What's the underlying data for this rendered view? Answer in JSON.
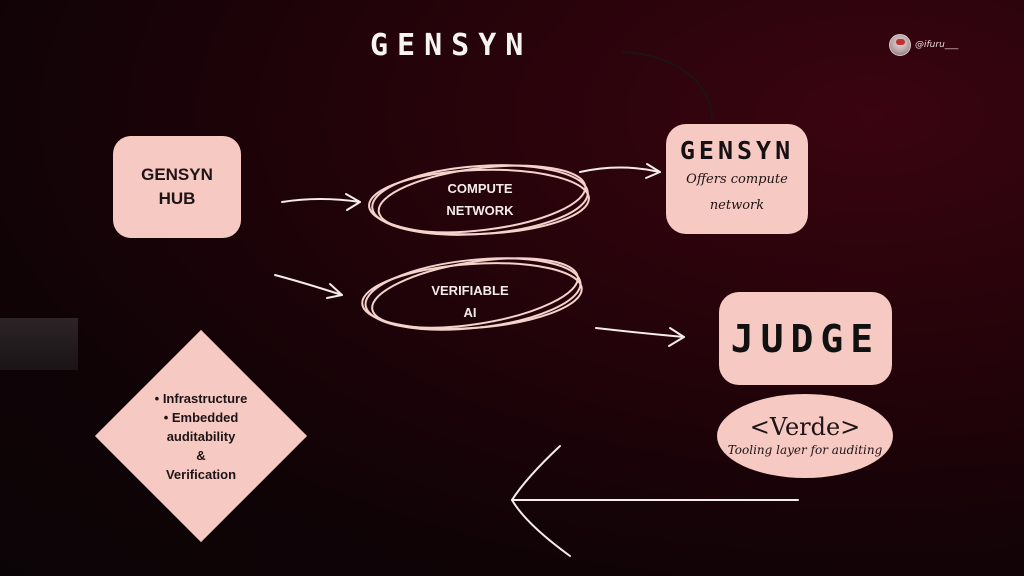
{
  "header": {
    "logo_text": "GENSYN"
  },
  "author": {
    "handle": "@ifuru___"
  },
  "nodes": {
    "hub": {
      "line1": "GENSYN",
      "line2": "HUB"
    },
    "compute_network": {
      "line1": "COMPUTE",
      "line2": "NETWORK"
    },
    "verifiable_ai": {
      "line1": "VERIFIABLE",
      "line2": "AI"
    },
    "gensyn": {
      "title": "GENSYN",
      "line1": "Offers compute",
      "line2": "network"
    },
    "judge": {
      "title": "JUDGE"
    },
    "verde": {
      "title": "<Verde>",
      "subtitle": "Tooling layer for auditing"
    },
    "features": {
      "items": [
        "• Infrastructure",
        "• Embedded",
        "auditability",
        "&",
        "Verification"
      ]
    }
  },
  "colors": {
    "box_fill": "#f6c9c2",
    "line_color": "#f4ecea",
    "background_dark": "#0b0406",
    "background_accent": "#3a0410"
  }
}
